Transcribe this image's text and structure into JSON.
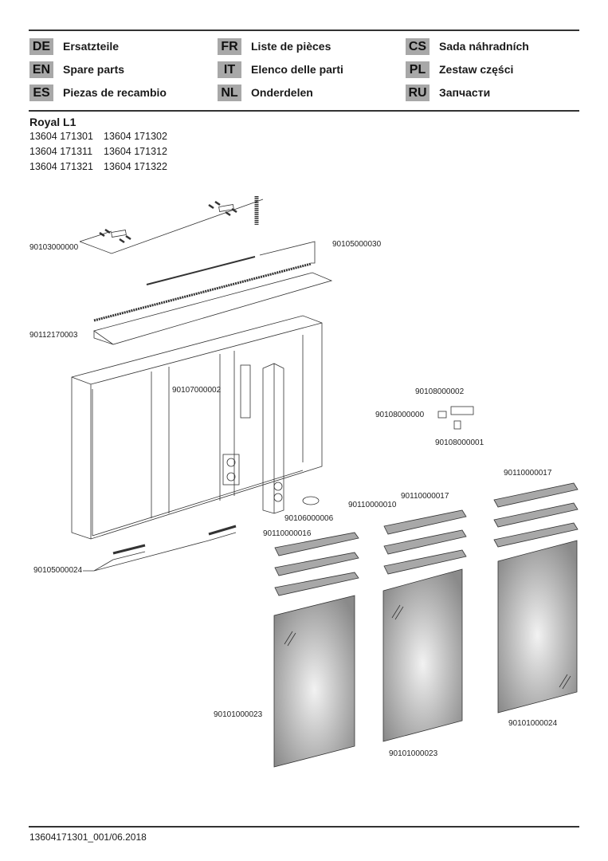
{
  "languages": [
    {
      "code": "DE",
      "label": "Ersatzteile"
    },
    {
      "code": "EN",
      "label": "Spare parts"
    },
    {
      "code": "ES",
      "label": "Piezas de recambio"
    },
    {
      "code": "FR",
      "label": "Liste de pièces"
    },
    {
      "code": "IT",
      "label": "Elenco delle parti"
    },
    {
      "code": "NL",
      "label": "Onderdelen"
    },
    {
      "code": "CS",
      "label": "Sada náhradních"
    },
    {
      "code": "PL",
      "label": "Zestaw części"
    },
    {
      "code": "RU",
      "label": "Запчасти"
    }
  ],
  "product": {
    "title": "Royal L1",
    "articles": [
      [
        "13604 171301",
        "13604 171302"
      ],
      [
        "13604 171311",
        "13604 171312"
      ],
      [
        "13604 171321",
        "13604 171322"
      ]
    ]
  },
  "parts": [
    "90103000000",
    "90105000030",
    "90112170003",
    "90107000002",
    "90108000002",
    "90108000000",
    "90108000001",
    "90110000017",
    "90110000017",
    "90110000010",
    "90106000006",
    "90110000016",
    "90105000024",
    "90101000023",
    "90101000023",
    "90101000024"
  ],
  "footer": "13604171301_001/06.2018"
}
